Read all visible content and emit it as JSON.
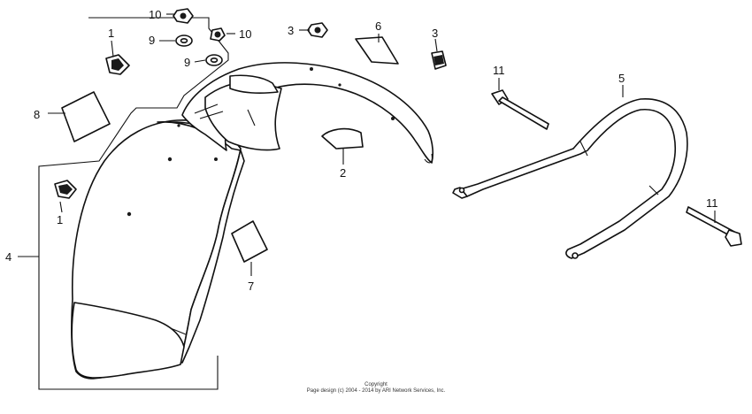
{
  "callouts": {
    "c1a": "1",
    "c1b": "1",
    "c2": "2",
    "c3a": "3",
    "c3b": "3",
    "c4": "4",
    "c5": "5",
    "c6": "6",
    "c7": "7",
    "c8": "8",
    "c9a": "9",
    "c9b": "9",
    "c10a": "10",
    "c10b": "10",
    "c11a": "11",
    "c11b": "11"
  },
  "copyright": {
    "line1": "Copyright",
    "line2": "Page design (c) 2004 - 2014 by ARI Network Services, Inc."
  }
}
